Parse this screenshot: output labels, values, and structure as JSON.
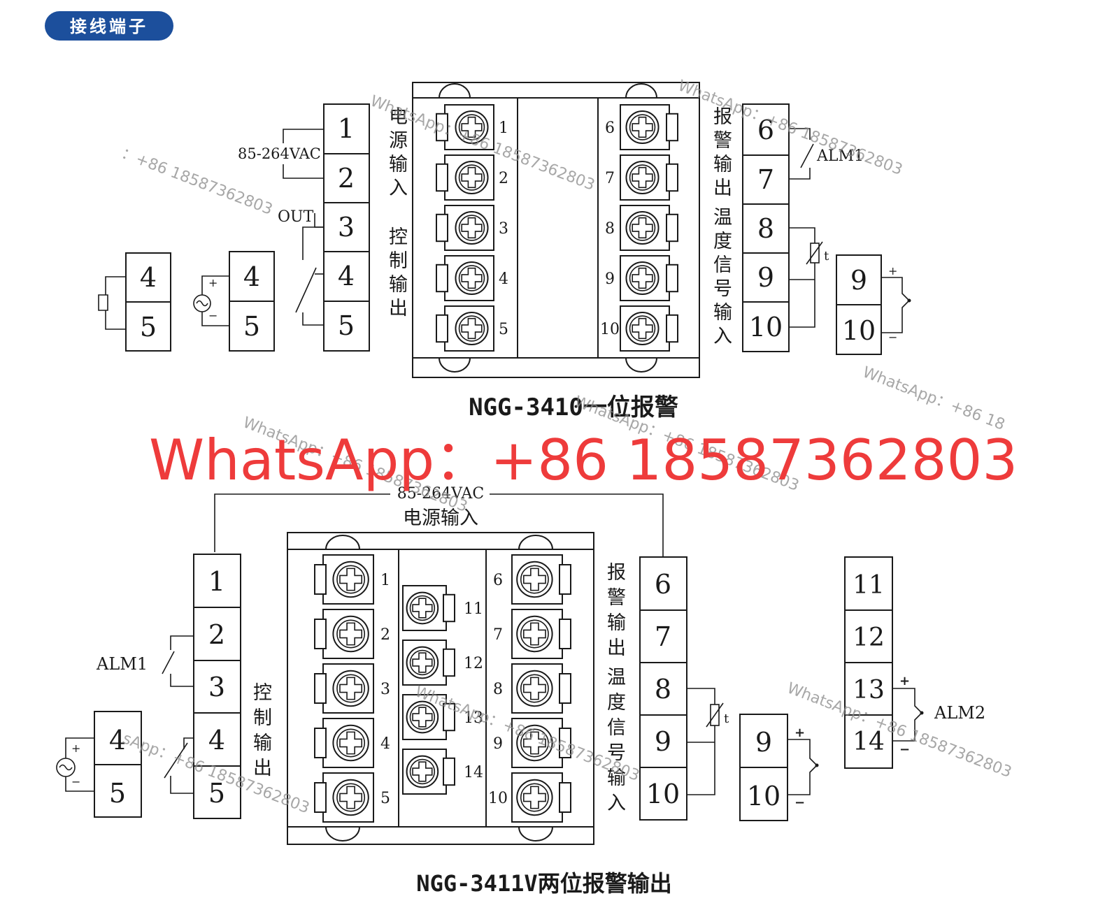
{
  "header": {
    "badge_label": "接线端子",
    "badge_color": "#1c4f9c"
  },
  "diagram_top": {
    "model_label": "NGG-3410一位报警",
    "power_label": "85-264VAC",
    "out_label": "OUT",
    "alm_label": "ALM1",
    "left_section_power": "电源输入",
    "left_section_control": "控制输出",
    "right_section_alarm": "报警输出",
    "right_section_temp": "温度信号输入",
    "left_terminals": [
      "1",
      "2",
      "3",
      "4",
      "5"
    ],
    "right_terminals": [
      "6",
      "7",
      "8",
      "9",
      "10"
    ],
    "aux_pair": [
      "4",
      "5"
    ],
    "rtd_pair": [
      "9",
      "10"
    ],
    "rtd_symbol": "t",
    "plus": "+",
    "minus": "−"
  },
  "diagram_bottom": {
    "model_label": "NGG-3411V两位报警输出",
    "power_label": "85-264VAC",
    "power_section": "电源输入",
    "alm1_label": "ALM1",
    "alm2_label": "ALM2",
    "control_section": "控制输出",
    "right_section_alarm": "报警输出",
    "right_section_temp": "温度信号输入",
    "left_terminals": [
      "1",
      "2",
      "3",
      "4",
      "5"
    ],
    "middle_terminals": [
      "11",
      "12",
      "13",
      "14"
    ],
    "right_terminals": [
      "6",
      "7",
      "8",
      "9",
      "10"
    ],
    "aux_pair": [
      "4",
      "5"
    ],
    "tc_pair": [
      "9",
      "10"
    ],
    "alm2_terminals": [
      "11",
      "12",
      "13",
      "14"
    ],
    "rtd_symbol": "t",
    "plus": "+",
    "minus": "−"
  },
  "watermark": {
    "big": "WhatsApp：+86 18587362803",
    "small": "WhatsApp：+86 18587362803",
    "small_prefixless": "：+86 18587362803",
    "small_cut": "WhatsApp：+86 18",
    "small_cut2": "sApp：+86 18587362803",
    "big_color": "#ee3b3b"
  }
}
